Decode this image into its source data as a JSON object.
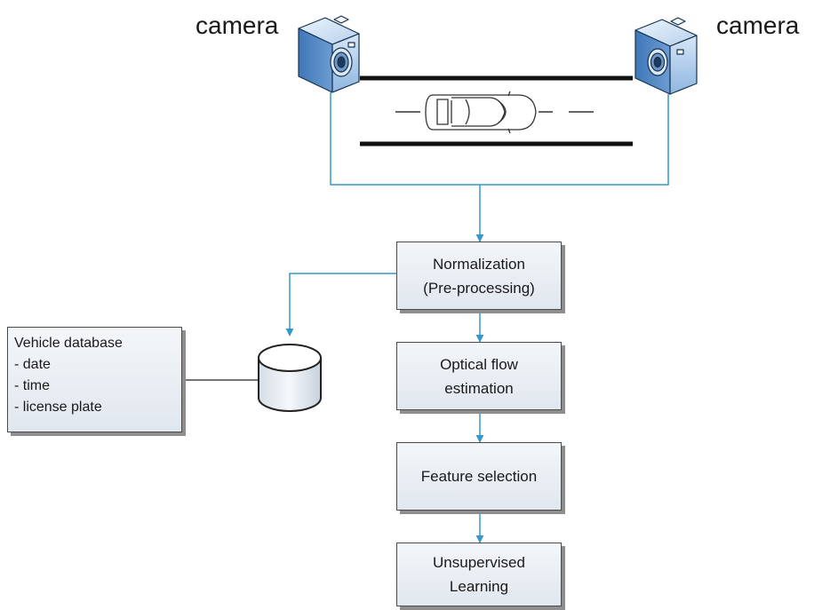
{
  "cameras": {
    "left_label": "camera",
    "right_label": "camera"
  },
  "steps": {
    "normalization": {
      "line1": "Normalization",
      "line2": "(Pre-processing)"
    },
    "optical_flow": {
      "line1": "Optical flow",
      "line2": "estimation"
    },
    "feature_selection": {
      "line1": "Feature selection"
    },
    "unsupervised": {
      "line1": "Unsupervised",
      "line2": "Learning"
    }
  },
  "database": {
    "title": "Vehicle database",
    "fields": [
      "- date",
      "- time",
      "- license plate"
    ]
  },
  "colors": {
    "connector": "#3399cc",
    "box_fill_top": "#f3f6f9",
    "box_fill_bottom": "#e0e7ee",
    "camera_blue": "#5b8ec8"
  }
}
